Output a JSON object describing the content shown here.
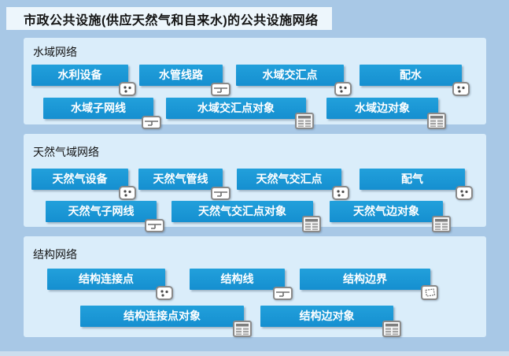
{
  "title": "市政公共设施(供应天然气和自来水)的公共设施网络",
  "colors": {
    "background": "#a8c8e6",
    "panel_background": "#daedfa",
    "node_blue": "#1a96d5",
    "title_box_background": "#edf6fc",
    "node_text": "#ffffff",
    "label_text": "#141414"
  },
  "icon_names": {
    "point": "point-feature-icon",
    "line": "line-feature-icon",
    "table": "table-icon",
    "polygon": "polygon-feature-icon"
  },
  "groups": [
    {
      "label": "水域网络",
      "rows": [
        [
          {
            "label": "水利设备",
            "icon": "point"
          },
          {
            "label": "水管线路",
            "icon": "line"
          },
          {
            "label": "水域交汇点",
            "icon": "point"
          },
          {
            "label": "配水",
            "icon": "point"
          }
        ],
        [
          {
            "label": "水域子网线",
            "icon": "line"
          },
          {
            "label": "水域交汇点对象",
            "icon": "table"
          },
          {
            "label": "水域边对象",
            "icon": "table"
          }
        ]
      ]
    },
    {
      "label": "天然气域网络",
      "rows": [
        [
          {
            "label": "天然气设备",
            "icon": "point"
          },
          {
            "label": "天然气管线",
            "icon": "line"
          },
          {
            "label": "天然气交汇点",
            "icon": "point"
          },
          {
            "label": "配气",
            "icon": "point"
          }
        ],
        [
          {
            "label": "天然气子网线",
            "icon": "line"
          },
          {
            "label": "天然气交汇点对象",
            "icon": "table"
          },
          {
            "label": "天然气边对象",
            "icon": "table"
          }
        ]
      ]
    },
    {
      "label": "结构网络",
      "rows": [
        [
          {
            "label": "结构连接点",
            "icon": "point"
          },
          {
            "label": "结构线",
            "icon": "line"
          },
          {
            "label": "结构边界",
            "icon": "polygon"
          }
        ],
        [
          {
            "label": "结构连接点对象",
            "icon": "table"
          },
          {
            "label": "结构边对象",
            "icon": "table"
          }
        ]
      ]
    }
  ]
}
